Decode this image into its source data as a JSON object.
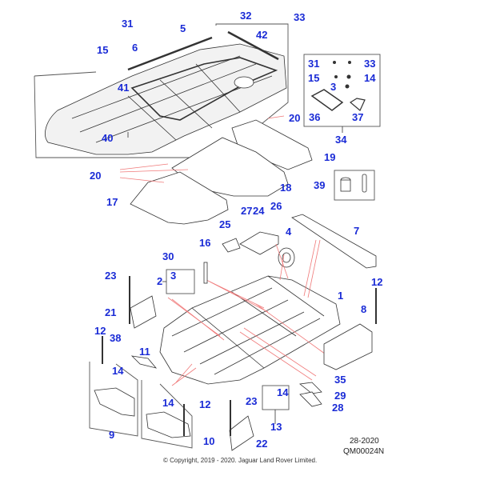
{
  "diagram": {
    "title_ref": "QM00024N",
    "date_code": "28-2020",
    "copyright": "© Copyright, 2019 - 2020. Jaguar Land Rover Limited.",
    "callout_color": "#1a2bd6",
    "leader_highlight_color": "#f07a7a",
    "callouts": {
      "c1": "1",
      "c2": "2",
      "c3a": "3",
      "c3b": "3",
      "c4": "4",
      "c5": "5",
      "c6": "6",
      "c7": "7",
      "c8": "8",
      "c9": "9",
      "c10": "10",
      "c11": "11",
      "c12a": "12",
      "c12b": "12",
      "c12c": "12",
      "c13": "13",
      "c14a": "14",
      "c14b": "14",
      "c14c": "14",
      "c14d": "14",
      "c15a": "15",
      "c15b": "15",
      "c16": "16",
      "c17": "17",
      "c18": "18",
      "c19": "19",
      "c20a": "20",
      "c20b": "20",
      "c21": "21",
      "c22": "22",
      "c23a": "23",
      "c23b": "23",
      "c24": "24",
      "c25": "25",
      "c26": "26",
      "c27": "27",
      "c28": "28",
      "c29": "29",
      "c30": "30",
      "c31a": "31",
      "c31b": "31",
      "c32": "32",
      "c33a": "33",
      "c33b": "33",
      "c34": "34",
      "c35": "35",
      "c36": "36",
      "c37": "37",
      "c38": "38",
      "c39": "39",
      "c40": "40",
      "c41": "41",
      "c42": "42"
    }
  }
}
